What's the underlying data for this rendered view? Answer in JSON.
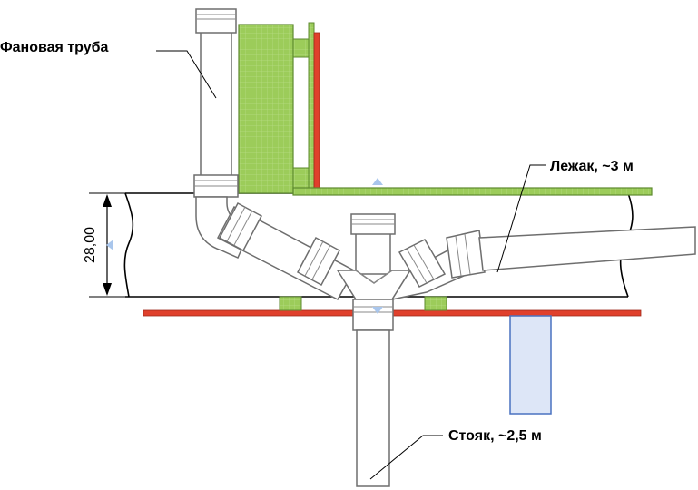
{
  "labels": {
    "fan_pipe": "Фановая труба",
    "lezhak": "Лежак, ~3 м",
    "stoyak": "Стояк, ~2,5 м",
    "dimension": "28,00"
  },
  "colors": {
    "green_fill": "#9ccc5a",
    "green_stroke": "#5d8a2e",
    "red_beam": "#e0402c",
    "blue_box_fill": "#dde6f7",
    "blue_box_stroke": "#4a72c0",
    "marker_blue": "#a9c6ec"
  }
}
